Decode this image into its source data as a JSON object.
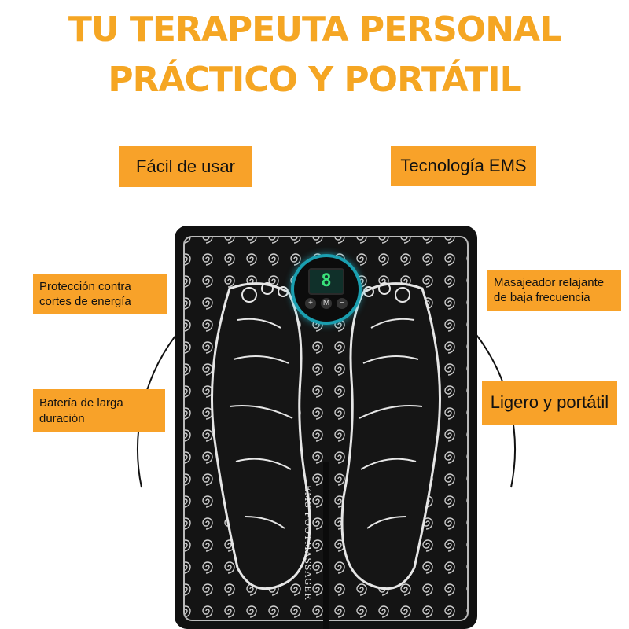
{
  "headline": {
    "line1": "TU TERAPEUTA PERSONAL",
    "line2": "PRÁCTICO Y PORTÁTIL"
  },
  "features": {
    "easy_use": "Fácil de usar",
    "ems_tech": "Tecnología EMS",
    "power_protection": "Protección contra cortes de energía",
    "low_frequency": "Masajeador relajante de baja frecuencia",
    "battery": "Batería de larga duración",
    "light_portable": "Ligero y portátil"
  },
  "product": {
    "brand_text": "EMS FOOTMASSAGER",
    "display_value": "8",
    "plus_label": "+",
    "mode_label": "M",
    "minus_label": "−"
  },
  "colors": {
    "accent": "#f8a229",
    "headline": "#f5a623",
    "mat": "#111111",
    "glow": "#1a9fb0"
  }
}
